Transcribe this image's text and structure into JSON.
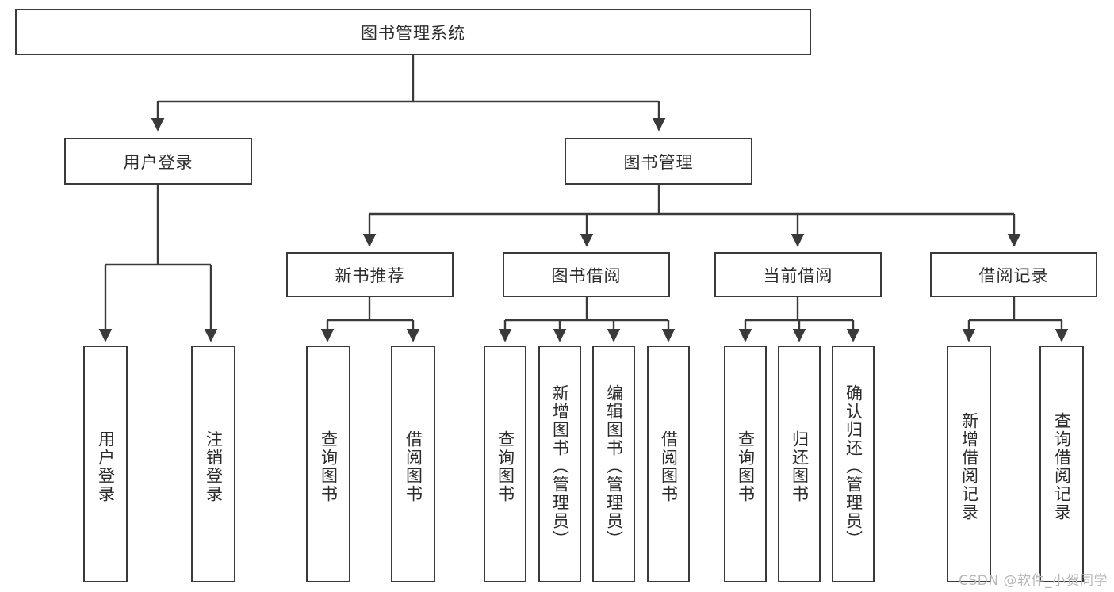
{
  "diagram": {
    "type": "tree-hierarchy",
    "title": "图书管理系统",
    "watermark": "CSDN @软件_小贺同学",
    "colors": {
      "background": "#ffffff",
      "box_border": "#3a3a3a",
      "box_fill": "#ffffff",
      "text": "#2b2b2b",
      "connector": "#3a3a3a",
      "watermark": "#b7b7b7"
    },
    "root": {
      "id": "root",
      "label": "图书管理系统",
      "orientation": "horizontal"
    },
    "level2": [
      {
        "id": "user-login",
        "label": "用户登录",
        "orientation": "horizontal"
      },
      {
        "id": "book-manage",
        "label": "图书管理",
        "orientation": "horizontal"
      }
    ],
    "level3": [
      {
        "id": "new-book-recommend",
        "label": "新书推荐",
        "orientation": "horizontal",
        "parent": "book-manage"
      },
      {
        "id": "book-borrow",
        "label": "图书借阅",
        "orientation": "horizontal",
        "parent": "book-manage"
      },
      {
        "id": "current-borrow",
        "label": "当前借阅",
        "orientation": "horizontal",
        "parent": "book-manage"
      },
      {
        "id": "borrow-record",
        "label": "借阅记录",
        "orientation": "horizontal",
        "parent": "book-manage"
      }
    ],
    "leaves": [
      {
        "id": "leaf-user-login",
        "label": "用户登录",
        "parent": "user-login"
      },
      {
        "id": "leaf-logout",
        "label": "注销登录",
        "parent": "user-login"
      },
      {
        "id": "leaf-query-book-1",
        "label": "查询图书",
        "parent": "new-book-recommend"
      },
      {
        "id": "leaf-borrow-book-1",
        "label": "借阅图书",
        "parent": "new-book-recommend"
      },
      {
        "id": "leaf-query-book-2",
        "label": "查询图书",
        "parent": "book-borrow"
      },
      {
        "id": "leaf-add-book",
        "label": "新增图书（管理员）",
        "parent": "book-borrow"
      },
      {
        "id": "leaf-edit-book",
        "label": "编辑图书（管理员）",
        "parent": "book-borrow"
      },
      {
        "id": "leaf-borrow-book-2",
        "label": "借阅图书",
        "parent": "book-borrow"
      },
      {
        "id": "leaf-query-book-3",
        "label": "查询图书",
        "parent": "current-borrow"
      },
      {
        "id": "leaf-return-book",
        "label": "归还图书",
        "parent": "current-borrow"
      },
      {
        "id": "leaf-confirm-return",
        "label": "确认归还（管理员）",
        "parent": "current-borrow"
      },
      {
        "id": "leaf-add-record",
        "label": "新增借阅记录",
        "parent": "borrow-record"
      },
      {
        "id": "leaf-query-record",
        "label": "查询借阅记录",
        "parent": "borrow-record"
      }
    ]
  }
}
